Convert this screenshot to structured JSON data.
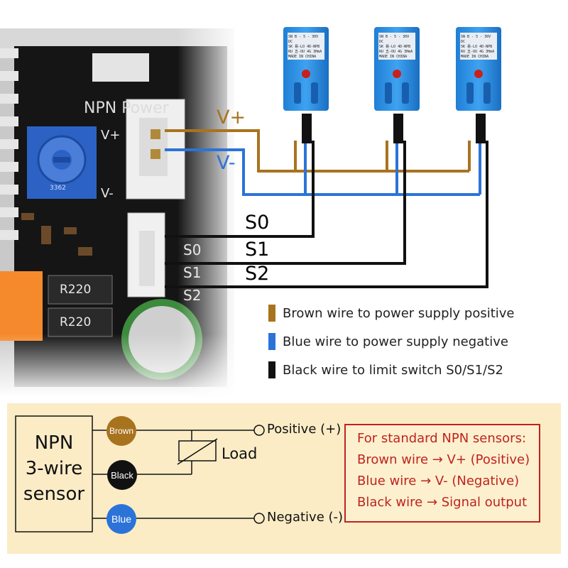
{
  "board": {
    "title": "NPN Power",
    "pins": [
      "V+",
      "V-"
    ],
    "signal_pins": [
      "S0",
      "S1",
      "S2"
    ],
    "resistor_labels": [
      "R220",
      "R220"
    ],
    "pot_label": "3362"
  },
  "sensor_label": {
    "line1": "SN B - 5 - 30V DC",
    "line2": "SK 易-LO 4D-NPB",
    "line3": "RU 五-OU 4G 3HmA",
    "line4": "MADE IN CHINA"
  },
  "wire_labels": {
    "vplus": "V+",
    "vminus": "V-",
    "s0": "S0",
    "s1": "S1",
    "s2": "S2"
  },
  "legend": [
    {
      "color": "#a8731f",
      "text": "Brown wire to power supply positive"
    },
    {
      "color": "#2b73d8",
      "text": "Blue wire to power supply negative"
    },
    {
      "color": "#111111",
      "text": "Black wire to limit switch S0/S1/S2"
    }
  ],
  "schematic": {
    "sensor_line1": "NPN",
    "sensor_line2": "3-wire",
    "sensor_line3": "sensor",
    "brown": "Brown",
    "black": "Black",
    "blue": "Blue",
    "load": "Load",
    "positive": "Positive (+)",
    "negative": "Negative (-)"
  },
  "note": {
    "line1": "For standard NPN sensors:",
    "line2": "Brown wire → V+ (Positive)",
    "line3": "Blue wire → V- (Negative)",
    "line4": "Black wire → Signal output"
  },
  "colors": {
    "brown": "#a8731f",
    "blue": "#2b73d8",
    "black": "#111111",
    "red": "#c0231f",
    "panel": "#fbecc6"
  }
}
